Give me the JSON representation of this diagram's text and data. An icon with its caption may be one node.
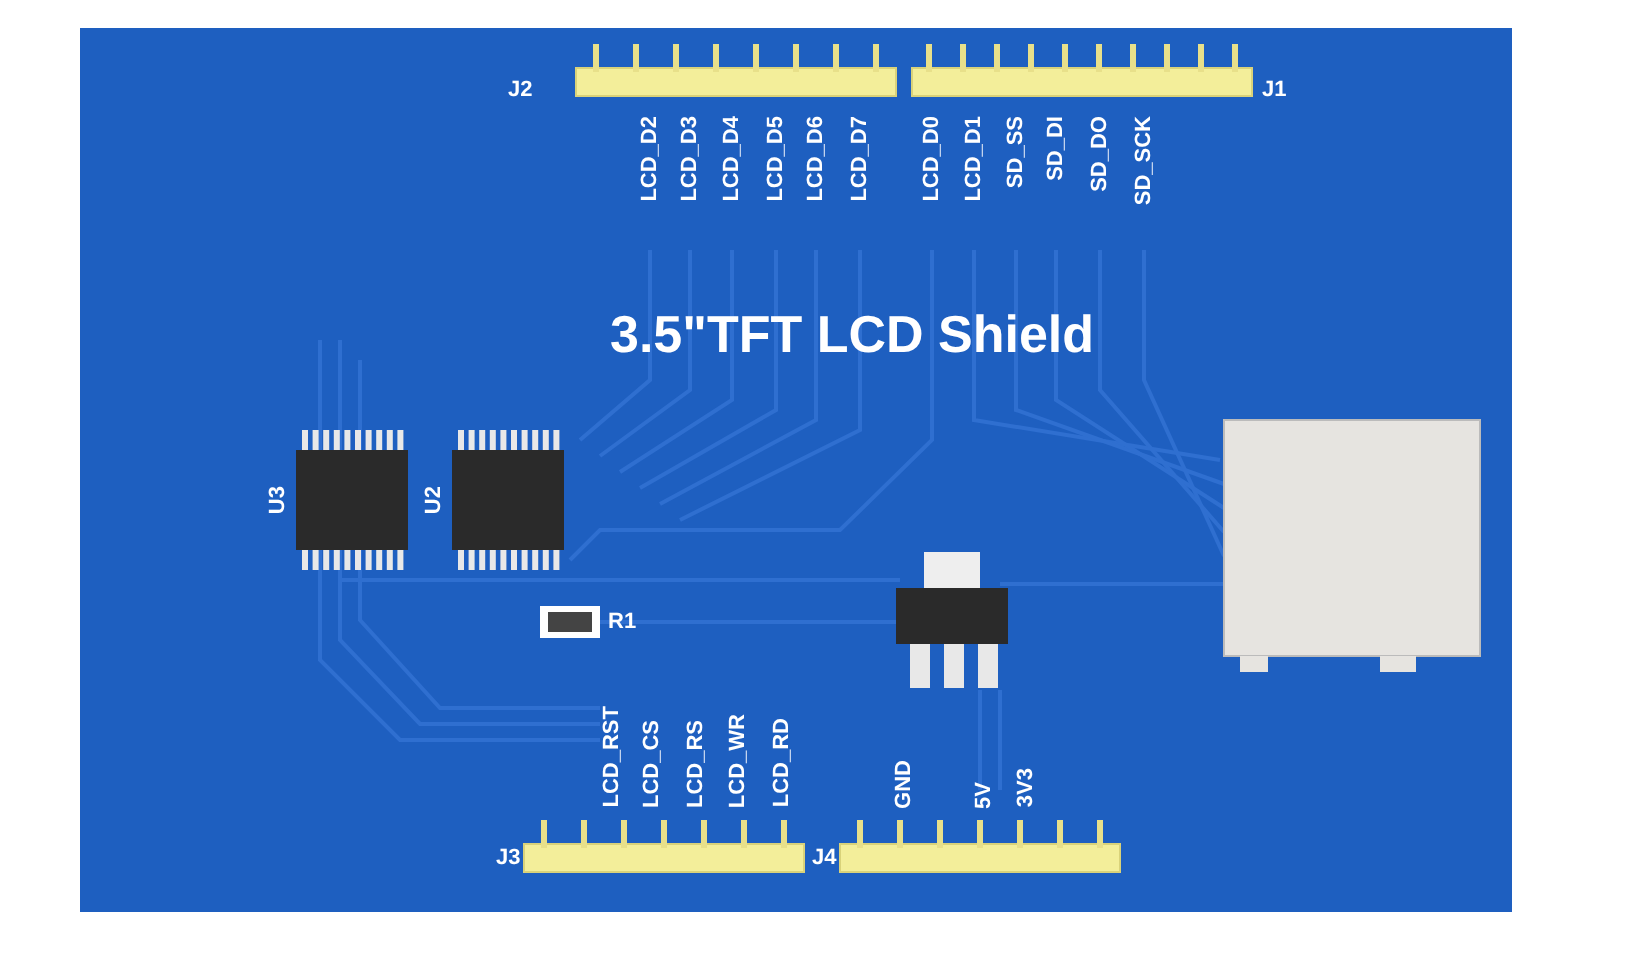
{
  "diagram": {
    "title": "3.5\"TFT LCD Shield",
    "labels": [
      "J2",
      "J1",
      "LCD_D2",
      "LCD_D3",
      "LCD_D4",
      "LCD_D5",
      "LCD_D6",
      "LCD_D7",
      "LCD_D0",
      "LCD_D1",
      "SD_SS",
      "SD_DI",
      "SD_DO",
      "SD_SCK",
      "U3",
      "U2",
      "R1",
      "LCD_RST",
      "LCD_CS",
      "LCD_RS",
      "LCD_WR",
      "LCD_RD",
      "GND",
      "5V",
      "3V3",
      "J3",
      "J4"
    ]
  }
}
